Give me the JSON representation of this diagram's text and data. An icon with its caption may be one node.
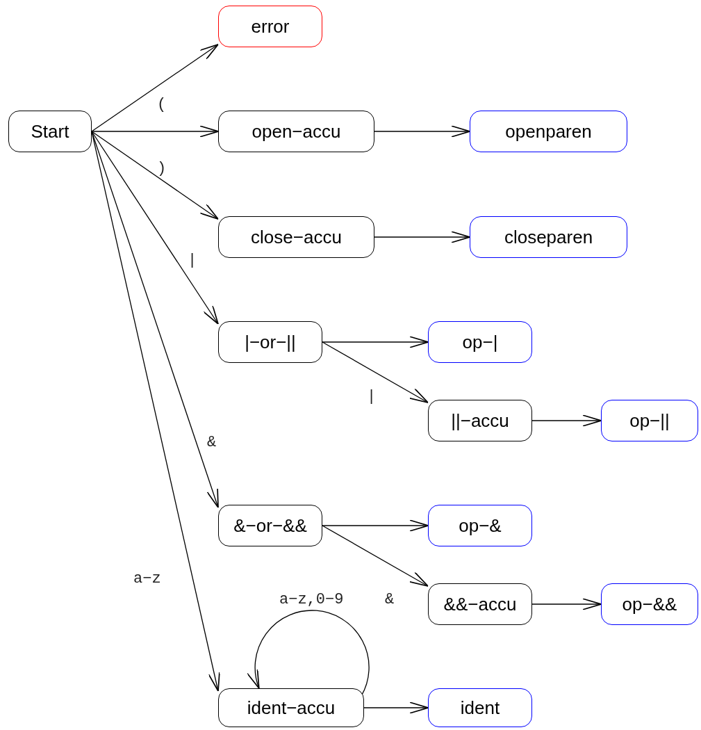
{
  "diagram": {
    "nodes": [
      {
        "text": [
          "Start"
        ]
      },
      {
        "text": [
          "error"
        ]
      },
      {
        "text": [
          "open−accu"
        ]
      },
      {
        "text": [
          "openparen"
        ]
      },
      {
        "text": [
          "close−accu"
        ]
      },
      {
        "text": [
          "closeparen"
        ]
      },
      {
        "text": [
          "|−or−||"
        ]
      },
      {
        "text": [
          "op−|"
        ]
      },
      {
        "text": [
          "||−accu"
        ]
      },
      {
        "text": [
          "op−||"
        ]
      },
      {
        "text": [
          "&−or−&&"
        ]
      },
      {
        "text": [
          "op−&"
        ]
      },
      {
        "text": [
          "&&−accu"
        ]
      },
      {
        "text": [
          "op−&&"
        ]
      },
      {
        "text": [
          "ident−accu"
        ]
      },
      {
        "text": [
          "ident"
        ]
      }
    ],
    "edges": [
      {
        "from": 0,
        "to": 1,
        "arrow": "to"
      },
      {
        "from": 0,
        "to": 2,
        "arrow": "to",
        "label": "("
      },
      {
        "from": 0,
        "to": 4,
        "arrow": "to",
        "label": ")"
      },
      {
        "from": 0,
        "to": 6,
        "arrow": "to",
        "label": "|"
      },
      {
        "from": 0,
        "to": 10,
        "arrow": "to",
        "label": "&"
      },
      {
        "from": 0,
        "to": 14,
        "arrow": "to",
        "label": "a−z"
      },
      {
        "from": 2,
        "to": 3,
        "arrow": "to"
      },
      {
        "from": 4,
        "to": 5,
        "arrow": "to"
      },
      {
        "from": 6,
        "to": 7,
        "arrow": "to"
      },
      {
        "from": 6,
        "to": 8,
        "arrow": "to",
        "label": "|"
      },
      {
        "from": 8,
        "to": 9,
        "arrow": "to"
      },
      {
        "from": 10,
        "to": 11,
        "arrow": "to"
      },
      {
        "from": 10,
        "to": 12,
        "arrow": "to",
        "label": "&"
      },
      {
        "from": 12,
        "to": 13,
        "arrow": "to"
      },
      {
        "from": 14,
        "to": 14,
        "arrow": "to",
        "label": "a−z,0−9"
      },
      {
        "from": 14,
        "to": 15,
        "arrow": "to"
      }
    ]
  }
}
